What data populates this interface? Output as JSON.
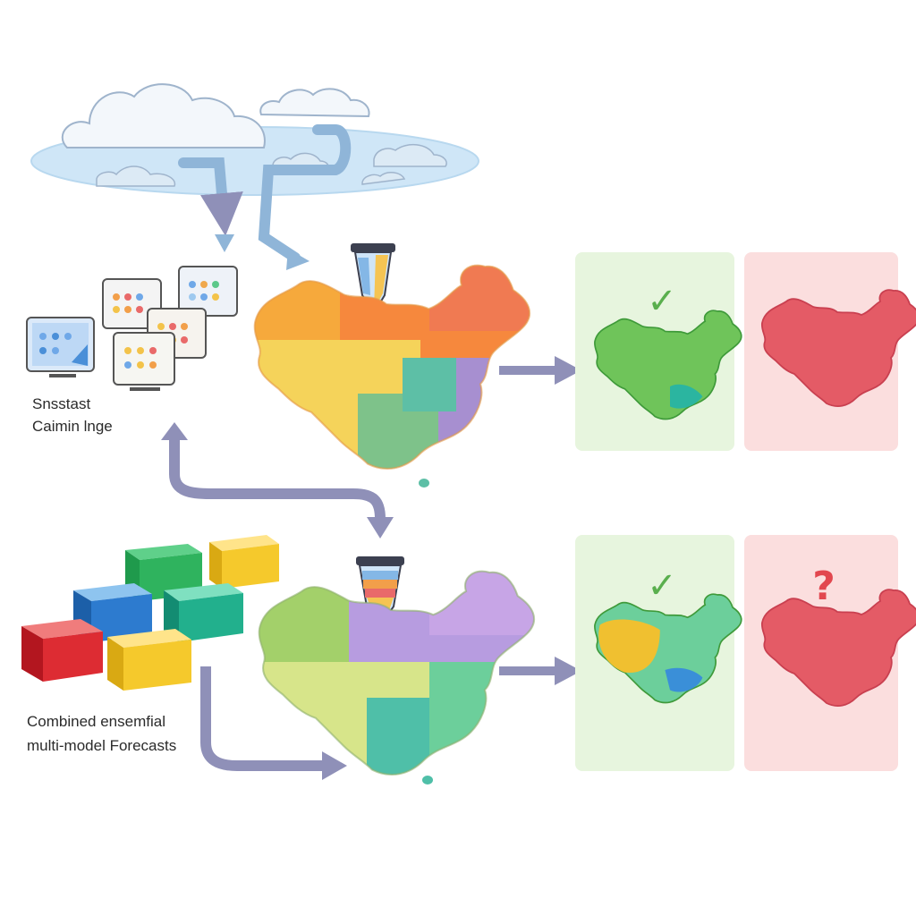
{
  "labels": {
    "snapshot_line1": "Snsstast",
    "snapshot_line2": "Caimin lnge",
    "ensemble_line1": "Combined ensemfial",
    "ensemble_line2": "multi-model Forecasts"
  },
  "validation": {
    "top_mark": "✓",
    "bottom_mark": "✓",
    "bottom_doubt": "?"
  },
  "colors": {
    "sky": "#cfe6f7",
    "arrow": "#8f90b8",
    "valid_panel": "#e7f5de",
    "invalid_panel": "#fbdede",
    "check": "#5aaf4e",
    "question": "#e2474f",
    "red_map": "#e45b66"
  },
  "icons": [
    "cloud-icon",
    "monitor-icon",
    "funnel-icon",
    "cube-icon",
    "check-icon",
    "question-icon",
    "arrow-icon"
  ]
}
